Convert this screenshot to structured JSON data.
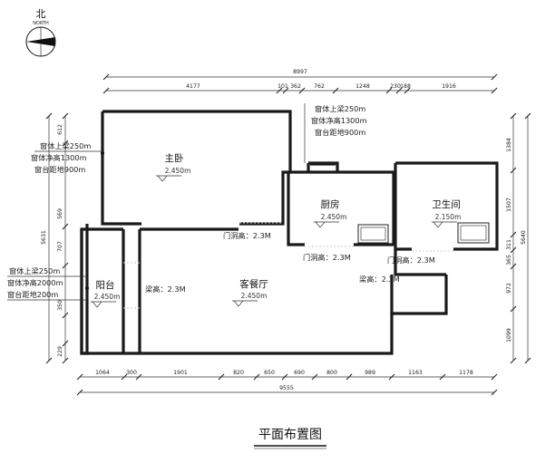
{
  "compass": {
    "label_cn": "北",
    "label_en": "NORTH"
  },
  "rooms": {
    "master_bedroom": {
      "name": "主卧",
      "elev": "2.450m"
    },
    "kitchen": {
      "name": "厨房",
      "elev": "2.450m"
    },
    "bathroom": {
      "name": "卫生间",
      "elev": "2.150m"
    },
    "living_dining": {
      "name": "客餐厅",
      "elev": "2.450m"
    },
    "balcony": {
      "name": "阳台",
      "elev": "2.450m"
    }
  },
  "notes": {
    "door_height_1": "门洞高：2.3M",
    "door_height_2": "门洞高：2.3M",
    "door_height_3": "门洞高：2.3M",
    "beam_height_1": "梁高：2.3M",
    "beam_height_2": "梁高：2.3M"
  },
  "window_notes": {
    "top": [
      "窗体上梁250m",
      "窗体净高1300m",
      "窗台距地900m"
    ],
    "left_upper": [
      "窗体上梁250m",
      "窗体净高1300m",
      "窗台距地900m"
    ],
    "left_lower": [
      "窗体上梁250m",
      "窗体净高2000m",
      "窗台距地200m"
    ]
  },
  "dimensions": {
    "top_total": "8997",
    "top_segments": [
      "4177",
      "101",
      "362",
      "762",
      "1248",
      "230",
      "188",
      "1916"
    ],
    "bottom_total": "9555",
    "bottom_segments": [
      "1064",
      "300",
      "1901",
      "820",
      "650",
      "690",
      "800",
      "989",
      "1163",
      "1178"
    ],
    "left_segments": [
      "612",
      "569",
      "5631",
      "707",
      "350",
      "229"
    ],
    "right_segments": [
      "1384",
      "1507",
      "311",
      "365",
      "972",
      "1099"
    ],
    "right_total": "5640"
  },
  "title": "平面布置图"
}
